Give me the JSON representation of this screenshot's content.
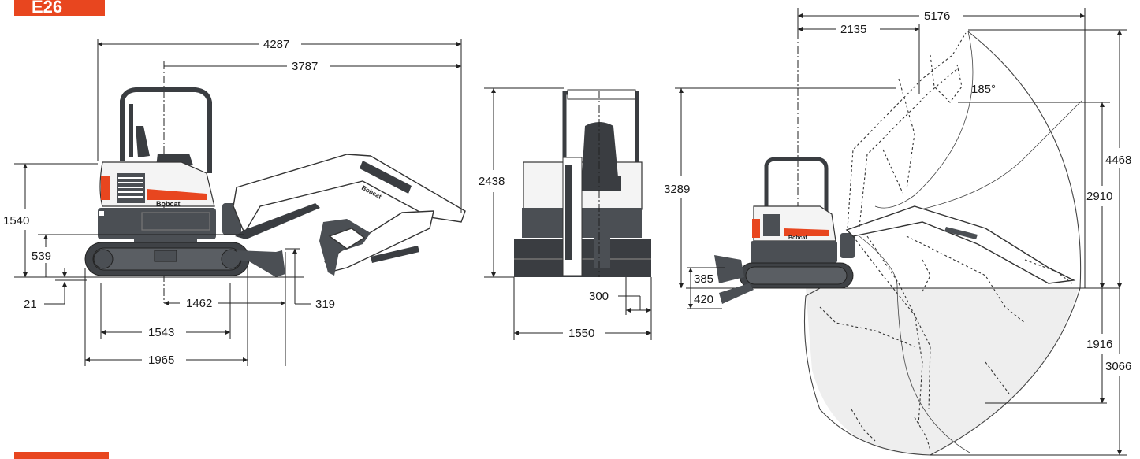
{
  "model_label": "E26",
  "colors": {
    "brand": "#e8461f",
    "body": "#4b4f54",
    "envelope": "#eeeeee",
    "line": "#222222"
  },
  "brand_text": "Bobcat",
  "side_view": {
    "overall_length": "4287",
    "transport_length": "3787",
    "upper_height": "1540",
    "blade_height": "539",
    "ground_clearance": "21",
    "blade_reach": "1462",
    "blade_drop": "319",
    "track_contact": "1543",
    "track_length": "1965"
  },
  "front_view": {
    "overall_height": "2438",
    "track_width": "300",
    "overall_width": "1550"
  },
  "working_range": {
    "max_reach": "5176",
    "min_radius": "2135",
    "bucket_angle": "185°",
    "max_height": "4468",
    "dump_height": "2910",
    "boom_height": "3289",
    "blade_lift": "385",
    "blade_depth": "420",
    "vertical_dig": "1916",
    "max_dig_depth": "3066"
  }
}
